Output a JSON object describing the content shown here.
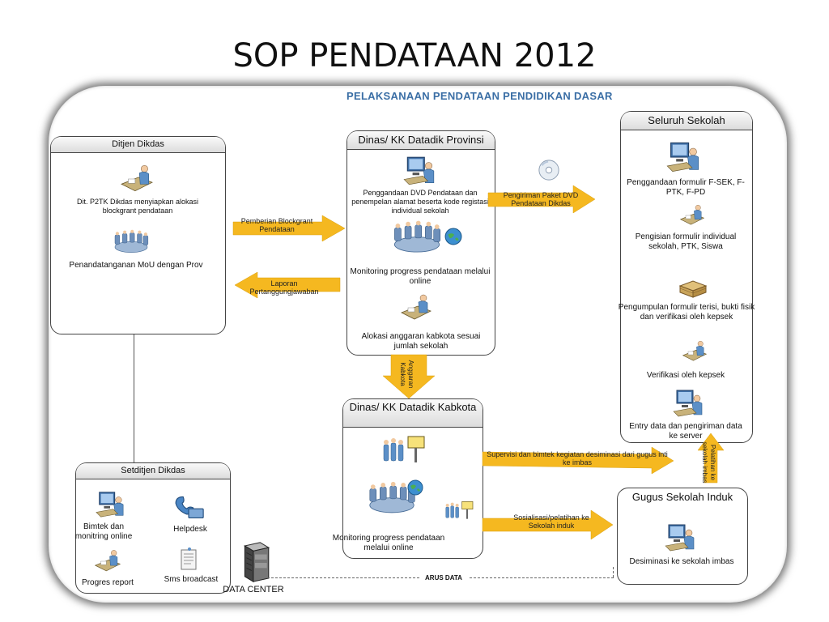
{
  "slide_title": "SOP PENDATAAN 2012",
  "diagram_title": "PELAKSANAAN PENDATAAN PENDIDIKAN DASAR",
  "lanes": {
    "ditjen": {
      "title": "Ditjen Dikdas",
      "step1": "Dit. P2TK Dikdas menyiapkan alokasi blockgrant pendataan",
      "step2": "Penandatanganan MoU dengan Prov"
    },
    "provinsi": {
      "title": "Dinas/ KK Datadik Provinsi",
      "step1": "Penggandaan DVD Pendataan dan penempelan alamat beserta kode registasi individual sekolah",
      "step2": "Monitoring progress pendataan melalui online",
      "step3": "Alokasi anggaran kabkota sesuai jumlah sekolah"
    },
    "sekolah": {
      "title": "Seluruh Sekolah",
      "step1": "Penggandaan formulir F-SEK, F-PTK, F-PD",
      "step2": "Pengisian formulir individual sekolah, PTK, Siswa",
      "step3": "Pengumpulan formulir terisi, bukti fisik dan verifikasi oleh kepsek",
      "step4": "Verifikasi oleh kepsek",
      "step5": "Entry data dan pengiriman data ke server"
    },
    "kabkota": {
      "title": "Dinas/ KK Datadik Kabkota",
      "step1": "Monitoring progress pendataan melalui online"
    },
    "setditjen": {
      "title": "Setditjen Dikdas",
      "item1": "Bimtek dan monitring online",
      "item2": "Helpdesk",
      "item3": "Progres report",
      "item4": "Sms broadcast"
    },
    "gugus": {
      "title": "Gugus Sekolah Induk",
      "step1": "Desiminasi ke sekolah imbas"
    }
  },
  "arrows": {
    "blockgrant": "Pemberian Blockgrant Pendataan",
    "laporan": "Laporan Pertanggungjawaban",
    "dvd": "Pengiriman Paket DVD Pendataan Dikdas",
    "anggaran": "Anggaran Kabkota",
    "supervisi": "Supervisi dan bimtek kegiatan desiminasi dari gugus inti ke imbas",
    "sosialisasi": "Sosialisasi/pelatihan ke Sekolah induk",
    "pelatihan": "Pelatihan ke sekolah imbas"
  },
  "data_center": "DATA CENTER",
  "arus_data": "ARUS DATA",
  "colors": {
    "arrow": "#f5b820",
    "subtitle": "#3a6ea5",
    "lane_border": "#444444"
  }
}
